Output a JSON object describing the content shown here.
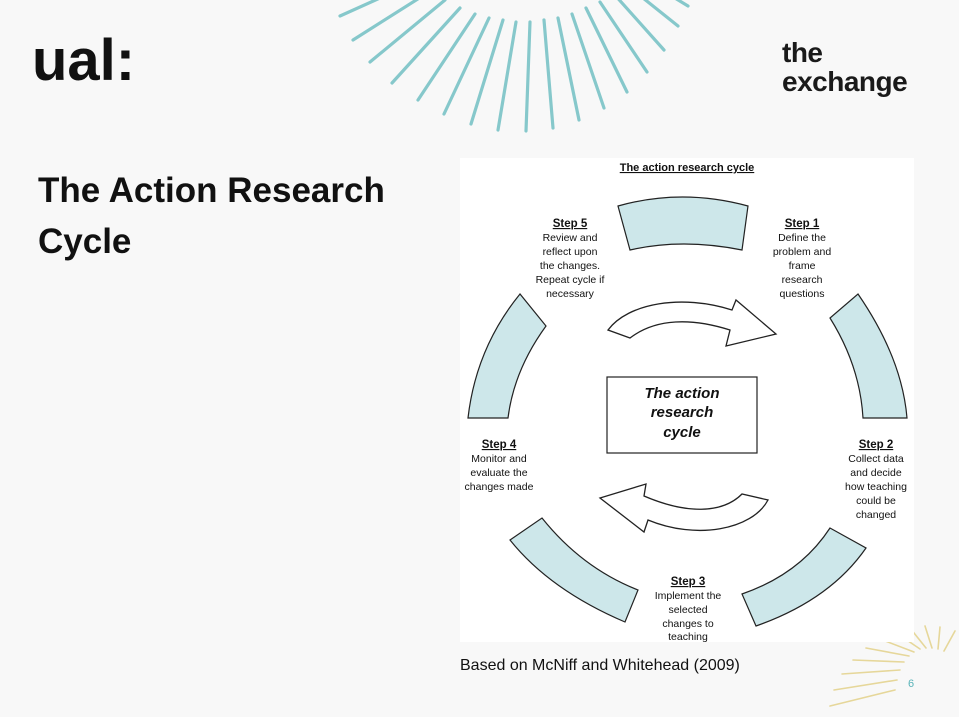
{
  "logo": {
    "ual": "ual:",
    "exchange_line1": "the",
    "exchange_line2": "exchange"
  },
  "slide": {
    "title": "The Action Research Cycle",
    "caption": "Based on McNiff and Whitehead (2009)",
    "page_number": "6"
  },
  "diagram": {
    "heading": "The action research cycle",
    "center_lines": [
      "The action",
      "research",
      "cycle"
    ],
    "steps": [
      {
        "title": "Step 1",
        "lines": [
          "Define the",
          "problem and",
          "frame",
          "research",
          "questions"
        ]
      },
      {
        "title": "Step 2",
        "lines": [
          "Collect data",
          "and decide",
          "how teaching",
          "could be",
          "changed"
        ]
      },
      {
        "title": "Step 3",
        "lines": [
          "Implement the",
          "selected",
          "changes to",
          "teaching"
        ]
      },
      {
        "title": "Step 4",
        "lines": [
          "Monitor and",
          "evaluate the",
          "changes made"
        ]
      },
      {
        "title": "Step 5",
        "lines": [
          "Review and",
          "reflect upon",
          "the changes.",
          "Repeat cycle if",
          "necessary"
        ]
      }
    ]
  },
  "colors": {
    "accent_teal": "#86c8cb",
    "segment_fill": "#cde7ea",
    "page_number": "#58b3b8"
  }
}
